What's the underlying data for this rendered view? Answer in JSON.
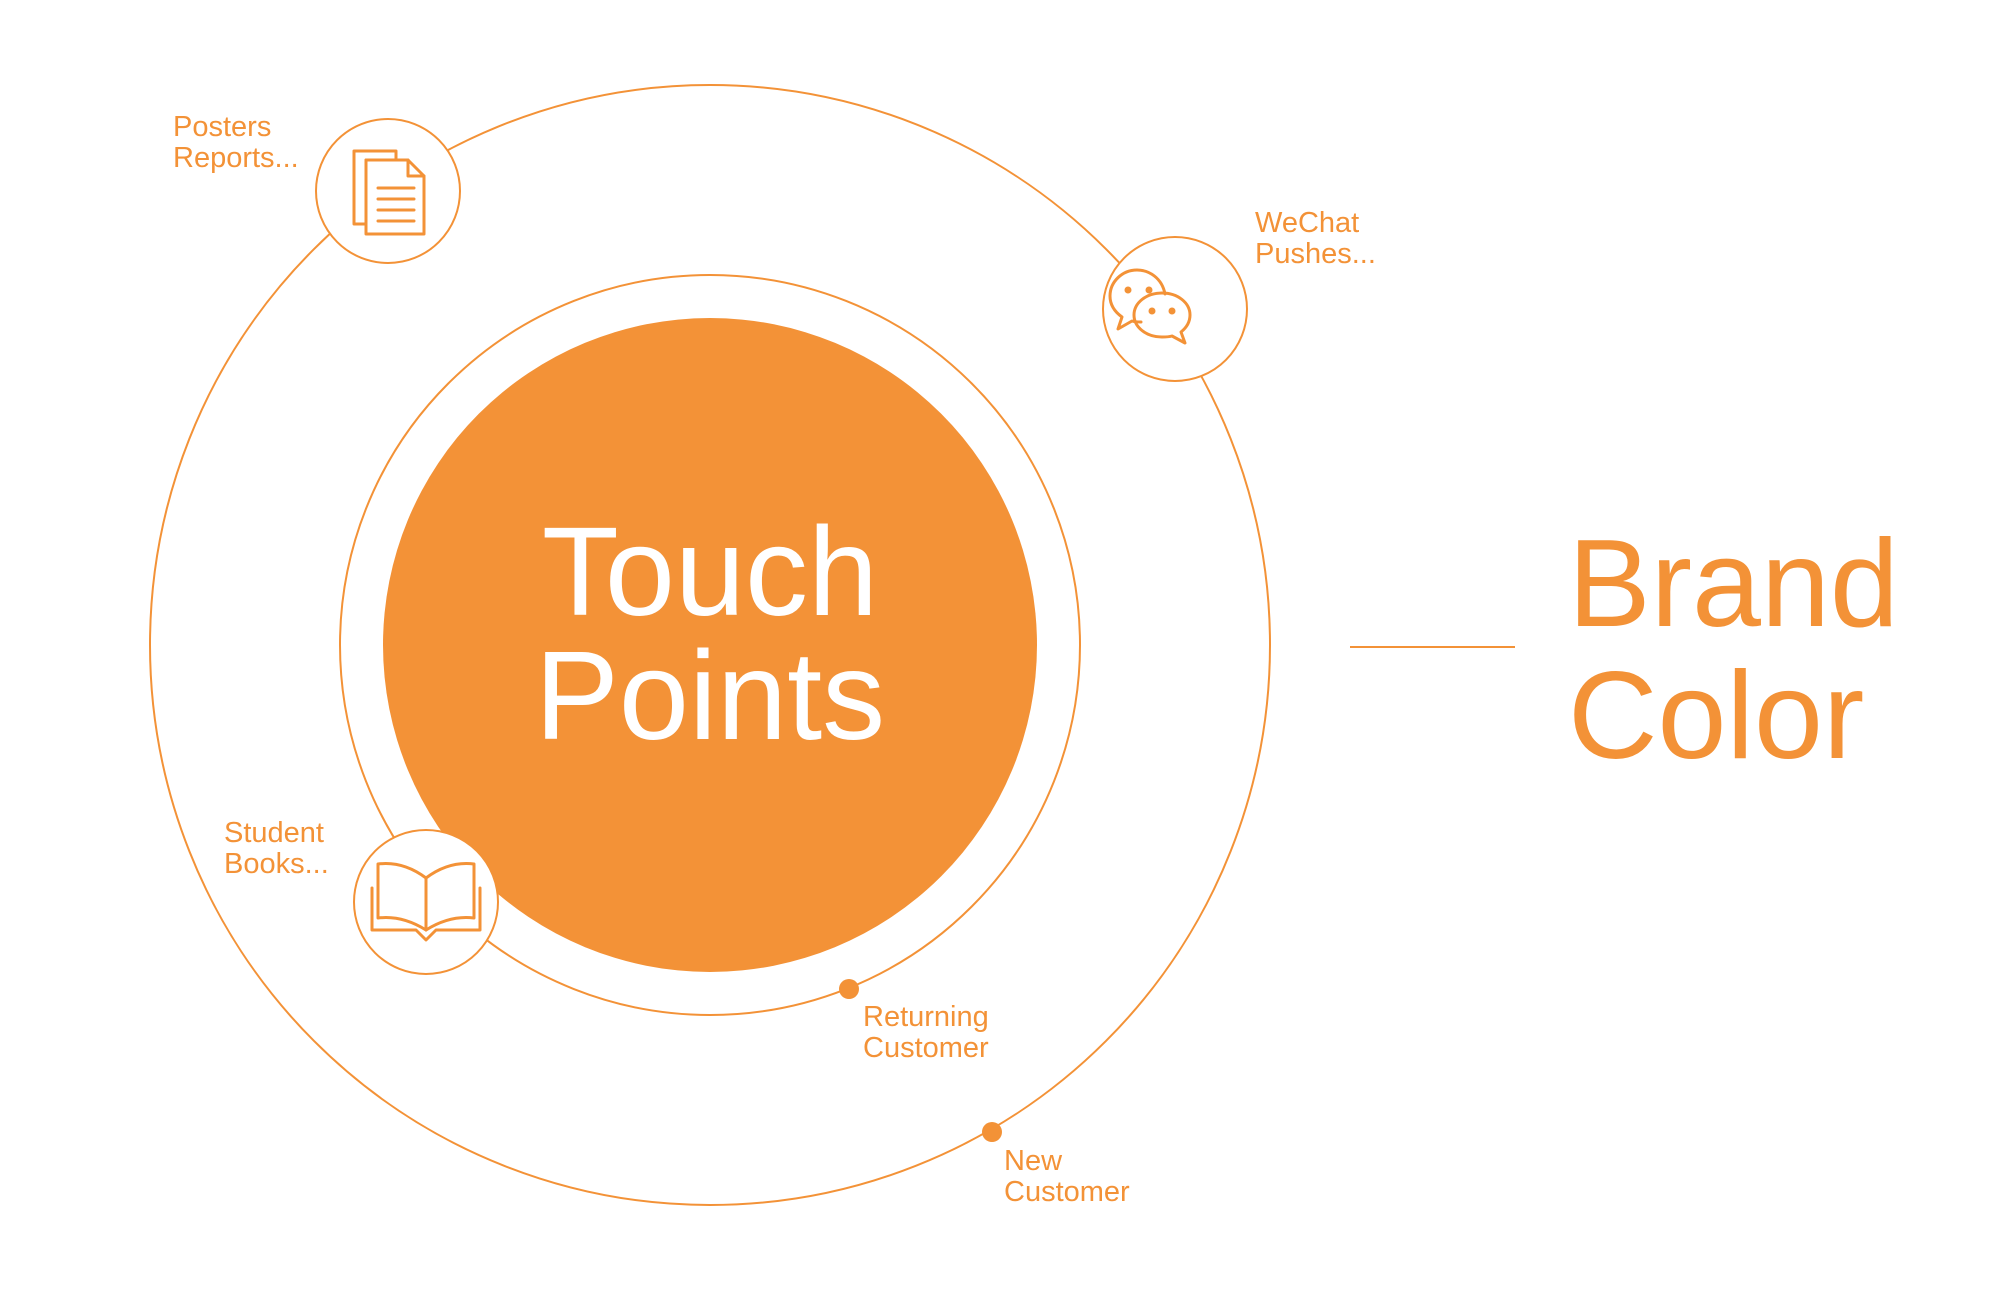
{
  "colors": {
    "brand_orange": "#f39237",
    "background": "#ffffff",
    "center_text": "#ffffff"
  },
  "center": {
    "line1": "Touch",
    "line2": "Points"
  },
  "brand": {
    "line1": "Brand",
    "line2": "Color"
  },
  "touchpoints": [
    {
      "icon": "document-icon",
      "line1": "Posters",
      "line2": "Reports..."
    },
    {
      "icon": "wechat-icon",
      "line1": "WeChat",
      "line2": "Pushes..."
    },
    {
      "icon": "book-icon",
      "line1": "Student",
      "line2": "Books..."
    }
  ],
  "customers": [
    {
      "line1": "Returning",
      "line2": "Customer"
    },
    {
      "line1": "New",
      "line2": "Customer"
    }
  ]
}
